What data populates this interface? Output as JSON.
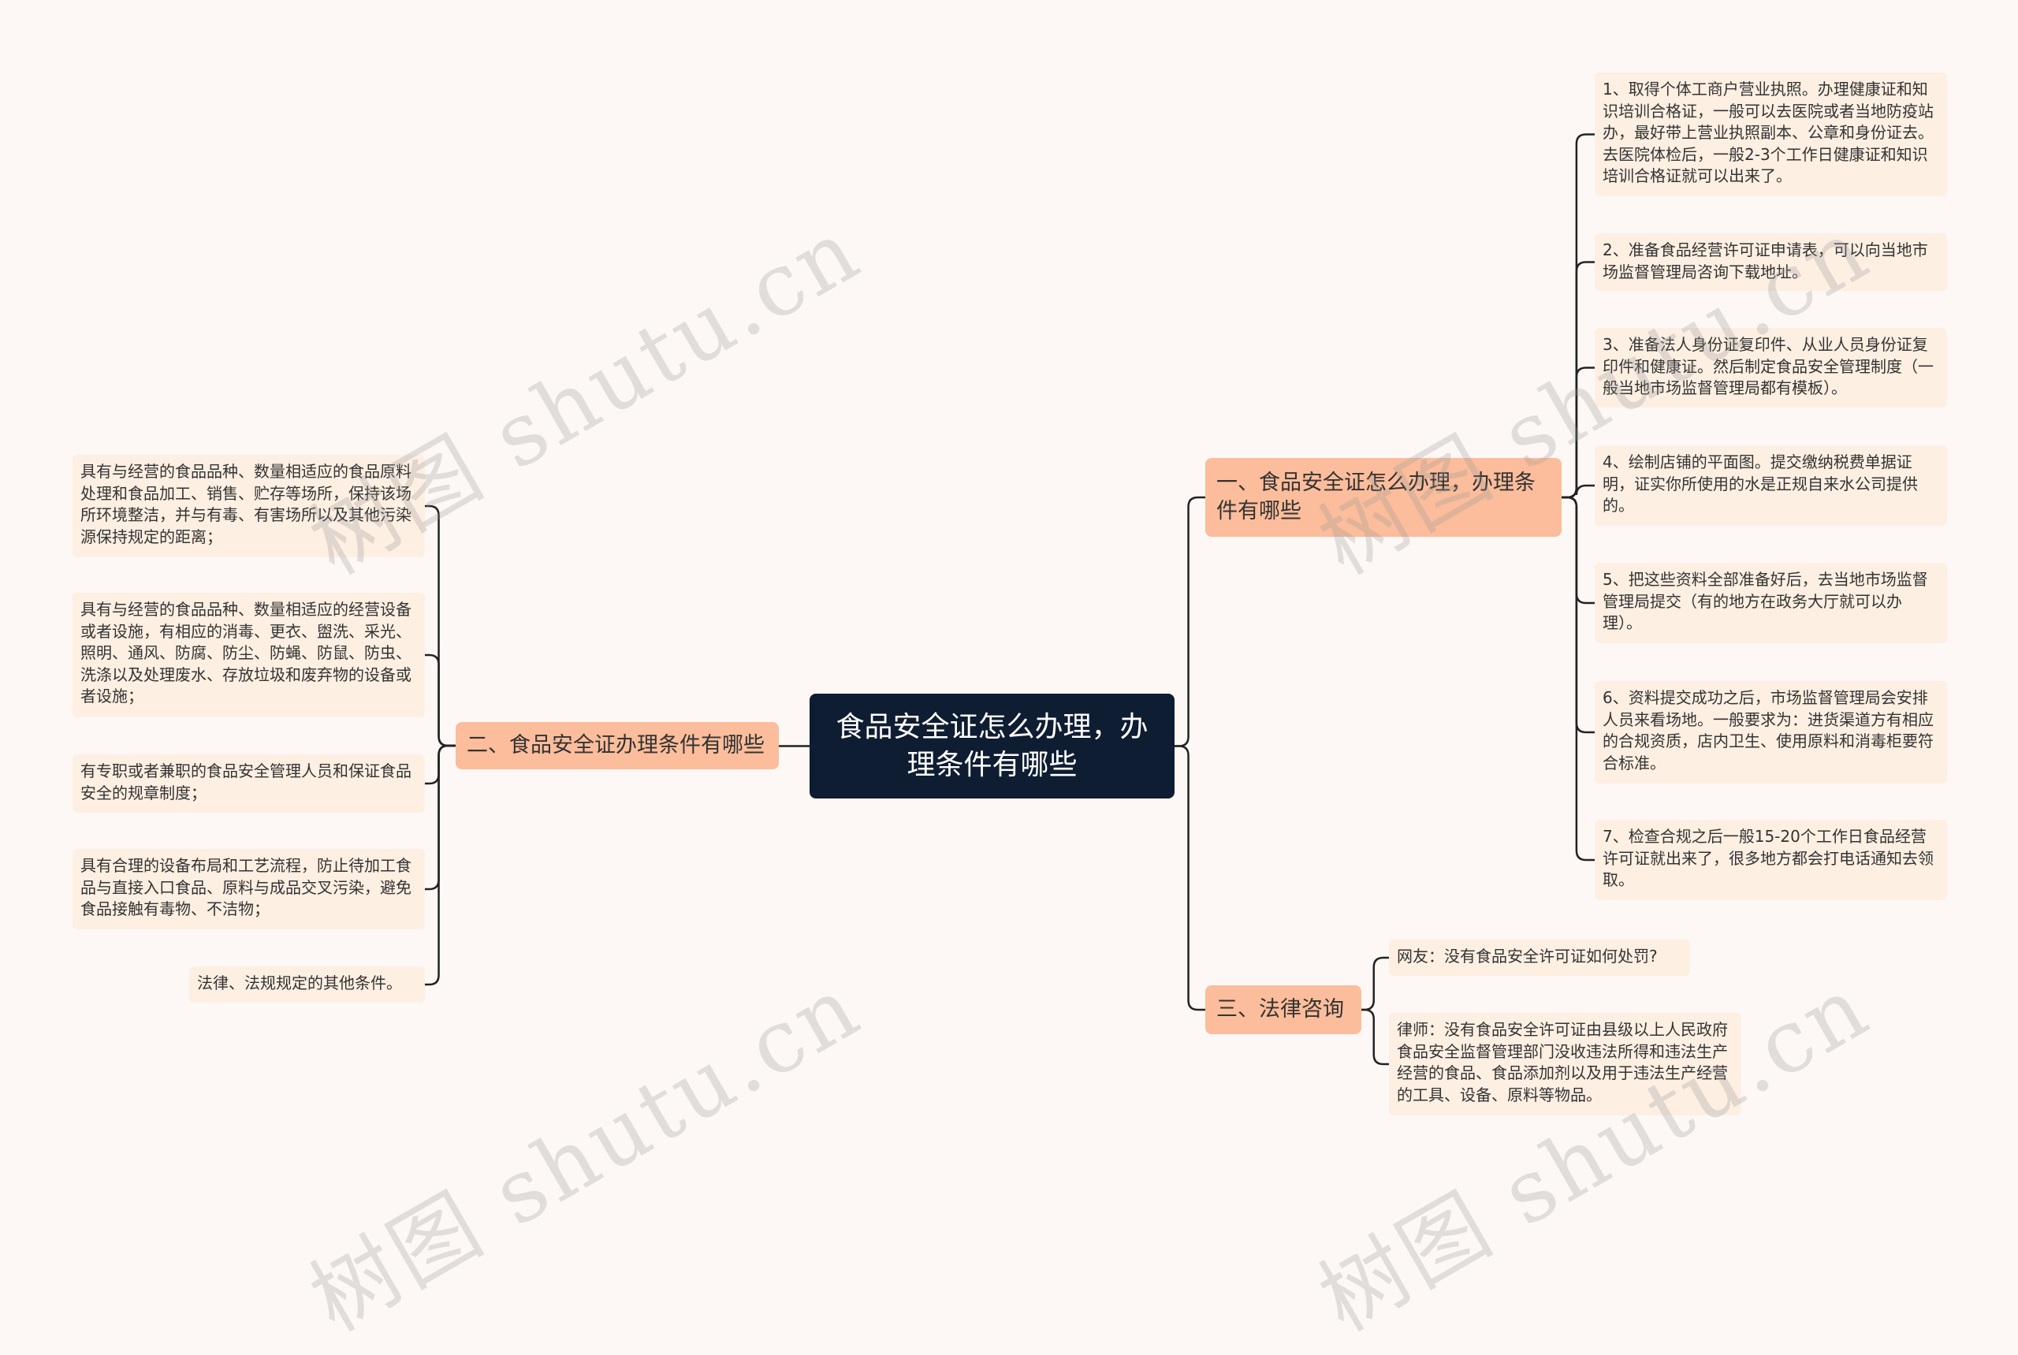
{
  "mindmap": {
    "root": {
      "label": "食品安全证怎么办理，办理条件有哪些"
    },
    "branches": [
      {
        "label": "一、食品安全证怎么办理，办理条件有哪些",
        "children": [
          "1、取得个体工商户营业执照。办理健康证和知识培训合格证，一般可以去医院或者当地防疫站办，最好带上营业执照副本、公章和身份证去。去医院体检后，一般2-3个工作日健康证和知识培训合格证就可以出来了。",
          "2、准备食品经营许可证申请表，可以向当地市场监督管理局咨询下载地址。",
          "3、准备法人身份证复印件、从业人员身份证复印件和健康证。然后制定食品安全管理制度（一般当地市场监督管理局都有模板）。",
          "4、绘制店铺的平面图。提交缴纳税费单据证明，证实你所使用的水是正规自来水公司提供的。",
          "5、把这些资料全部准备好后，去当地市场监督管理局提交（有的地方在政务大厅就可以办理）。",
          "6、资料提交成功之后，市场监督管理局会安排人员来看场地。一般要求为：进货渠道方有相应的合规资质，店内卫生、使用原料和消毒柜要符合标准。",
          "7、检查合规之后一般15-20个工作日食品经营许可证就出来了，很多地方都会打电话通知去领取。"
        ]
      },
      {
        "label": "二、食品安全证办理条件有哪些",
        "children": [
          "具有与经营的食品品种、数量相适应的食品原料处理和食品加工、销售、贮存等场所，保持该场所环境整洁，并与有毒、有害场所以及其他污染源保持规定的距离；",
          "具有与经营的食品品种、数量相适应的经营设备或者设施，有相应的消毒、更衣、盥洗、采光、照明、通风、防腐、防尘、防蝇、防鼠、防虫、洗涤以及处理废水、存放垃圾和废弃物的设备或者设施；",
          "有专职或者兼职的食品安全管理人员和保证食品安全的规章制度；",
          "具有合理的设备布局和工艺流程，防止待加工食品与直接入口食品、原料与成品交叉污染，避免食品接触有毒物、不洁物；",
          "法律、法规规定的其他条件。"
        ]
      },
      {
        "label": "三、法律咨询",
        "children": [
          "网友：没有食品安全许可证如何处罚?",
          "律师：没有食品安全许可证由县级以上人民政府食品安全监督管理部门没收违法所得和违法生产经营的食品、食品添加剂以及用于违法生产经营的工具、设备、原料等物品。"
        ]
      }
    ]
  },
  "watermark": "树图 shutu.cn",
  "colors": {
    "background": "#fdf8f6",
    "root_fill": "#0f1d33",
    "branch_fill": "#fbbd9b",
    "leaf_fill": "#fdefe2",
    "line": "#222222"
  }
}
